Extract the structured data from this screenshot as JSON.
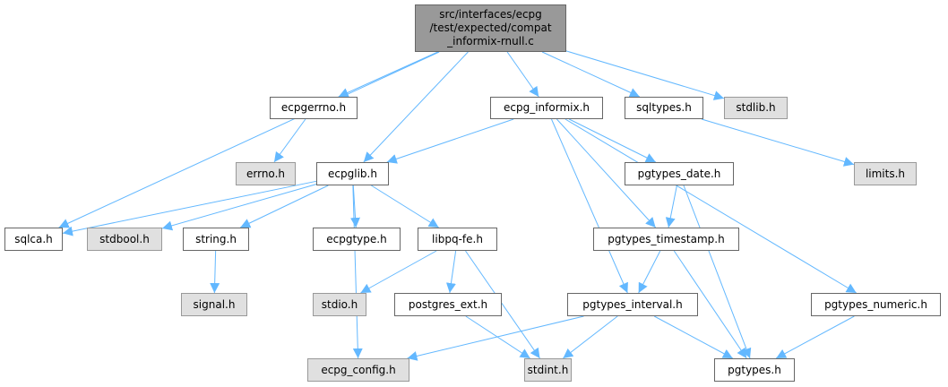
{
  "graph": {
    "nodes": {
      "root": {
        "lines": [
          "src/interfaces/ecpg",
          "/test/expected/compat",
          "_informix-rnull.c"
        ],
        "kind": "root"
      },
      "ecpgerrno": {
        "label": "ecpgerrno.h",
        "kind": "doc"
      },
      "errno": {
        "label": "errno.h",
        "kind": "sys"
      },
      "ecpglib": {
        "label": "ecpglib.h",
        "kind": "doc"
      },
      "ecpg_informix": {
        "label": "ecpg_informix.h",
        "kind": "doc"
      },
      "sqltypes": {
        "label": "sqltypes.h",
        "kind": "doc"
      },
      "stdlib": {
        "label": "stdlib.h",
        "kind": "sys"
      },
      "limits": {
        "label": "limits.h",
        "kind": "sys"
      },
      "pgtypes_date": {
        "label": "pgtypes_date.h",
        "kind": "doc"
      },
      "pgtypes_timestamp": {
        "label": "pgtypes_timestamp.h",
        "kind": "doc"
      },
      "sqlca": {
        "label": "sqlca.h",
        "kind": "doc"
      },
      "stdbool": {
        "label": "stdbool.h",
        "kind": "sys"
      },
      "string": {
        "label": "string.h",
        "kind": "doc"
      },
      "ecpgtype": {
        "label": "ecpgtype.h",
        "kind": "doc"
      },
      "libpqfe": {
        "label": "libpq-fe.h",
        "kind": "doc"
      },
      "signal": {
        "label": "signal.h",
        "kind": "sys"
      },
      "stdio": {
        "label": "stdio.h",
        "kind": "sys"
      },
      "postgres_ext": {
        "label": "postgres_ext.h",
        "kind": "doc"
      },
      "pgtypes_interval": {
        "label": "pgtypes_interval.h",
        "kind": "doc"
      },
      "pgtypes_numeric": {
        "label": "pgtypes_numeric.h",
        "kind": "doc"
      },
      "ecpg_config": {
        "label": "ecpg_config.h",
        "kind": "sys"
      },
      "stdint": {
        "label": "stdint.h",
        "kind": "sys"
      },
      "pgtypes": {
        "label": "pgtypes.h",
        "kind": "doc"
      }
    },
    "edges": [
      [
        "root",
        "sqlca"
      ],
      [
        "root",
        "ecpgerrno"
      ],
      [
        "root",
        "ecpglib"
      ],
      [
        "root",
        "ecpg_informix"
      ],
      [
        "root",
        "sqltypes"
      ],
      [
        "root",
        "stdlib"
      ],
      [
        "ecpgerrno",
        "errno"
      ],
      [
        "ecpg_informix",
        "ecpglib"
      ],
      [
        "ecpg_informix",
        "pgtypes_date"
      ],
      [
        "ecpg_informix",
        "pgtypes_timestamp"
      ],
      [
        "ecpg_informix",
        "pgtypes_interval"
      ],
      [
        "ecpg_informix",
        "pgtypes_numeric"
      ],
      [
        "sqltypes",
        "limits"
      ],
      [
        "ecpglib",
        "sqlca"
      ],
      [
        "ecpglib",
        "stdbool"
      ],
      [
        "ecpglib",
        "string"
      ],
      [
        "ecpglib",
        "ecpgtype"
      ],
      [
        "ecpglib",
        "libpqfe"
      ],
      [
        "ecpglib",
        "ecpg_config"
      ],
      [
        "string",
        "signal"
      ],
      [
        "libpqfe",
        "stdio"
      ],
      [
        "libpqfe",
        "postgres_ext"
      ],
      [
        "libpqfe",
        "stdint"
      ],
      [
        "postgres_ext",
        "stdint"
      ],
      [
        "pgtypes_date",
        "pgtypes_timestamp"
      ],
      [
        "pgtypes_date",
        "pgtypes"
      ],
      [
        "pgtypes_timestamp",
        "pgtypes_interval"
      ],
      [
        "pgtypes_timestamp",
        "pgtypes"
      ],
      [
        "pgtypes_interval",
        "ecpg_config"
      ],
      [
        "pgtypes_interval",
        "stdint"
      ],
      [
        "pgtypes_interval",
        "pgtypes"
      ],
      [
        "pgtypes_numeric",
        "pgtypes"
      ]
    ],
    "colors": {
      "edge": "#63b8ff",
      "root_fill": "#999999",
      "system_fill": "#e0e0e0"
    }
  }
}
